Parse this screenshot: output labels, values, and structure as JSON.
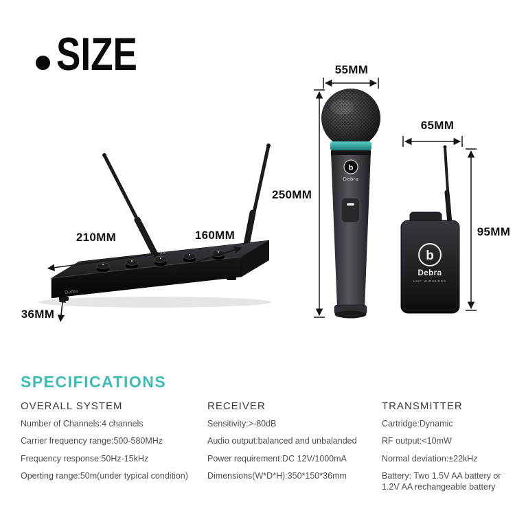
{
  "title": {
    "text": "SIZE"
  },
  "branding": {
    "logo_name": "Debra",
    "logo_letter": "b",
    "bodypack_sub": "UHF WIRELESS"
  },
  "dimensions": {
    "receiver_width": "210MM",
    "receiver_depth": "160MM",
    "receiver_height": "36MM",
    "mic_head_diameter": "55MM",
    "mic_length": "250MM",
    "transmitter_width": "65MM",
    "transmitter_height": "95MM"
  },
  "specifications": {
    "heading": "SPECIFICATIONS",
    "columns": [
      {
        "header": "OVERALL SYSTEM",
        "items": [
          "Number of Channels:4 channels",
          "Carrier frequency range:500-580MHz",
          "Frequency response:50Hz-15kHz",
          "Operting range:50m(under typical condition)"
        ]
      },
      {
        "header": "RECEIVER",
        "items": [
          "Sensitivity:>-80dB",
          "Audio output:balanced and unbalanded",
          "Power requirement:DC 12V/1000mA",
          "Dimensions(W*D*H):350*150*36mm"
        ]
      },
      {
        "header": "TRANSMITTER",
        "items": [
          "Cartridge:Dynamic",
          "RF output:<10mW",
          "Normal deviation:±22kHz",
          "Battery: Two 1.5V AA battery or 1.2V AA rechangeable battery"
        ]
      }
    ]
  },
  "colors": {
    "accent_teal": "#3bbcb4",
    "mic_ring_teal": "#35a79e",
    "spec_text_gray": "#4d4d4d",
    "title_black": "#0a0a0a"
  }
}
